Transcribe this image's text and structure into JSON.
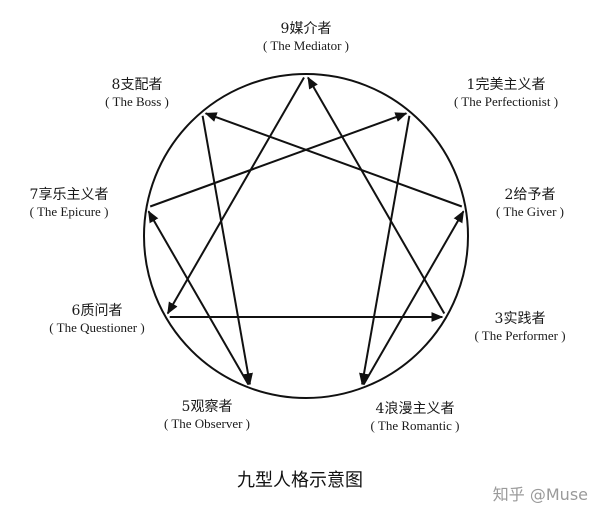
{
  "diagram": {
    "types": [
      {
        "id": 9,
        "label_cn": "9媒介者",
        "label_en": "( The Mediator )"
      },
      {
        "id": 1,
        "label_cn": "1完美主义者",
        "label_en": "( The Perfectionist )"
      },
      {
        "id": 2,
        "label_cn": "2给予者",
        "label_en": "( The Giver )"
      },
      {
        "id": 3,
        "label_cn": "3实践者",
        "label_en": "( The Performer )"
      },
      {
        "id": 4,
        "label_cn": "4浪漫主义者",
        "label_en": "( The Romantic )"
      },
      {
        "id": 5,
        "label_cn": "5观察者",
        "label_en": "( The Observer )"
      },
      {
        "id": 6,
        "label_cn": "6质问者",
        "label_en": "( The Questioner )"
      },
      {
        "id": 7,
        "label_cn": "7享乐主义者",
        "label_en": "( The Epicure )"
      },
      {
        "id": 8,
        "label_cn": "8支配者",
        "label_en": "( The Boss )"
      }
    ],
    "arrows": [
      {
        "from": 9,
        "to": 6
      },
      {
        "from": 6,
        "to": 3
      },
      {
        "from": 3,
        "to": 9
      },
      {
        "from": 1,
        "to": 4
      },
      {
        "from": 4,
        "to": 2
      },
      {
        "from": 2,
        "to": 8
      },
      {
        "from": 8,
        "to": 5
      },
      {
        "from": 5,
        "to": 7
      },
      {
        "from": 7,
        "to": 1
      }
    ],
    "caption": "九型人格示意图"
  },
  "watermark": "知乎 @Muse"
}
